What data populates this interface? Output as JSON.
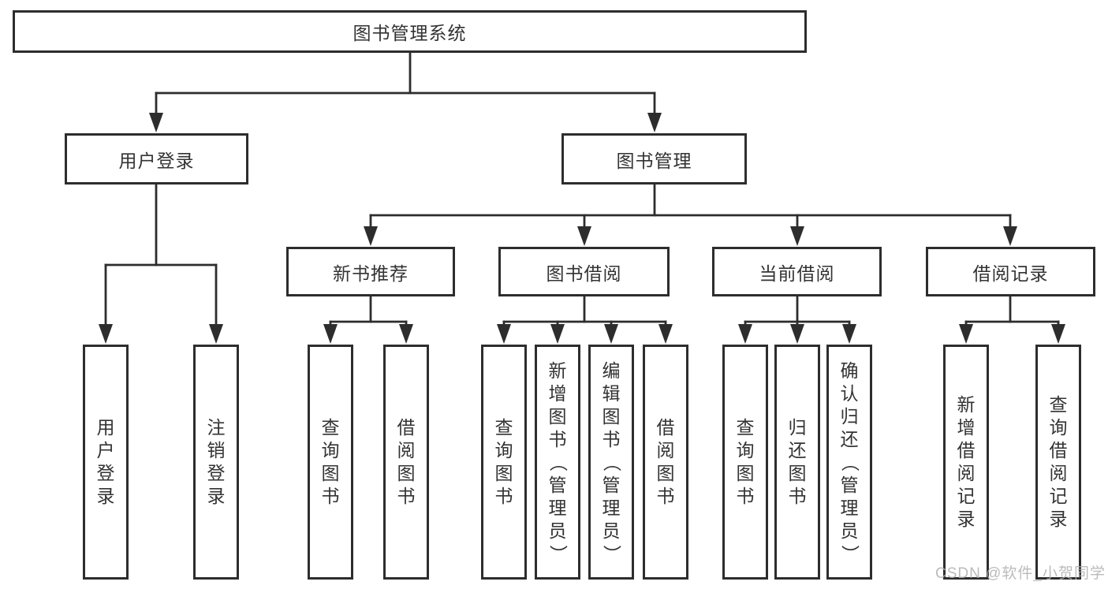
{
  "nodes": {
    "root": {
      "label": "图书管理系统"
    },
    "branches": [
      {
        "label": "用户登录",
        "children": [
          {
            "label": "用户登录"
          },
          {
            "label": "注销登录"
          }
        ]
      },
      {
        "label": "图书管理",
        "children": [
          {
            "label": "新书推荐",
            "children": [
              {
                "label": "查询图书"
              },
              {
                "label": "借阅图书"
              }
            ]
          },
          {
            "label": "图书借阅",
            "children": [
              {
                "label": "查询图书"
              },
              {
                "label": "新增图书（管理员）"
              },
              {
                "label": "编辑图书（管理员）"
              },
              {
                "label": "借阅图书"
              }
            ]
          },
          {
            "label": "当前借阅",
            "children": [
              {
                "label": "查询图书"
              },
              {
                "label": "归还图书"
              },
              {
                "label": "确认归还（管理员）"
              }
            ]
          },
          {
            "label": "借阅记录",
            "children": [
              {
                "label": "新增借阅记录"
              },
              {
                "label": "查询借阅记录"
              }
            ]
          }
        ]
      }
    ]
  },
  "watermark": "CSDN @软件_小贺同学",
  "colors": {
    "line": "#2d2d2d",
    "text": "#333333",
    "watermark": "#afafaf",
    "background": "#ffffff"
  }
}
